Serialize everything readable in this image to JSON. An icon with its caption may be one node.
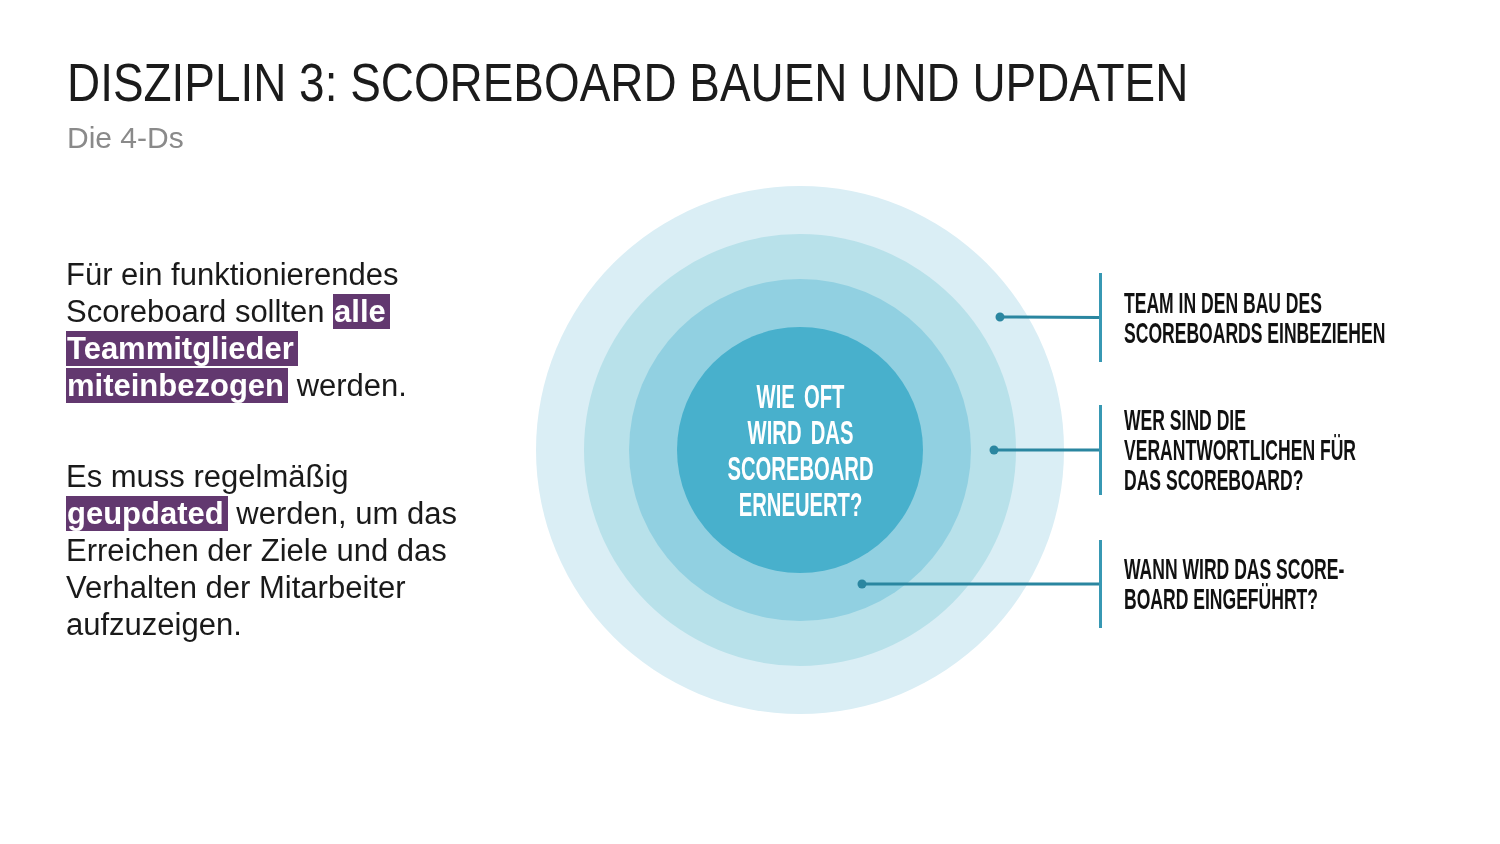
{
  "diagram": {
    "title": "DISZIPLIN 3: SCOREBOARD BAUEN UND UPDATEN",
    "nodes": [
      {
        "text": [],
        "shape": "circle"
      },
      {
        "text": [],
        "shape": "circle",
        "in": 0
      },
      {
        "text": [],
        "shape": "circle",
        "in": 1
      },
      {
        "text": [
          "WIE OFT WIRD DAS SCOREBOARD ERNEUERT?"
        ],
        "in": 2
      },
      {
        "text": [
          "TEAM IN DEN BAU DES SCOREBOARDS EINBEZIEHEN"
        ]
      },
      {
        "text": [
          "WER SIND DIE VERANTWORTLICHEN FÜR DAS SCOREBOARD?"
        ]
      },
      {
        "text": [
          "WANN WIRD DAS SCORE- BOARD EINGEFÜHRT?"
        ]
      }
    ],
    "edges": [
      {
        "from": 4,
        "to": 0,
        "arrow": "other"
      },
      {
        "from": 5,
        "to": 1,
        "arrow": "other"
      },
      {
        "from": 6,
        "to": 2,
        "arrow": "other"
      }
    ],
    "labels": [
      "Die 4-Ds",
      "Für ein funktionierendes Scoreboard sollten **alle Teammitglieder miteinbezogen** werden.",
      "Es muss regelmäßig **geupdated** werden, um das Erreichen der Ziele und das Verhalten der Mitarbeiter aufzuzeigen."
    ]
  }
}
